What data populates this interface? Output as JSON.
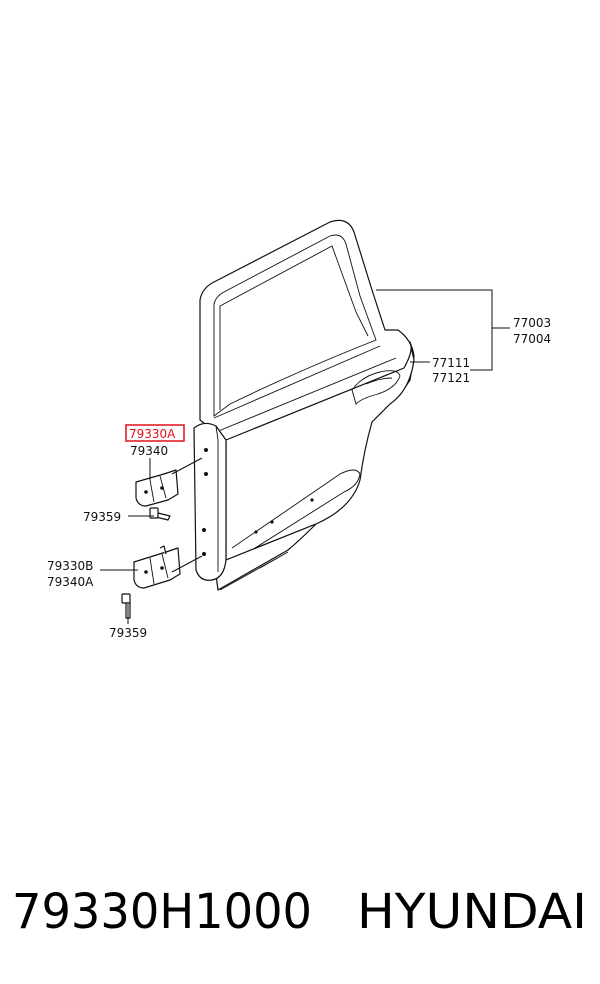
{
  "callouts": {
    "frame_a": "77003",
    "frame_b": "77004",
    "panel_a": "77111",
    "panel_b": "77121",
    "upper_hinge_a": "79330A",
    "upper_hinge_b": "79340",
    "bolt_upper": "79359",
    "lower_hinge_a": "79330B",
    "lower_hinge_b": "79340A",
    "bolt_lower": "79359"
  },
  "highlight_color": "#e0101a",
  "footer": {
    "part_number": "79330H1000",
    "brand": "HYUNDAI"
  }
}
